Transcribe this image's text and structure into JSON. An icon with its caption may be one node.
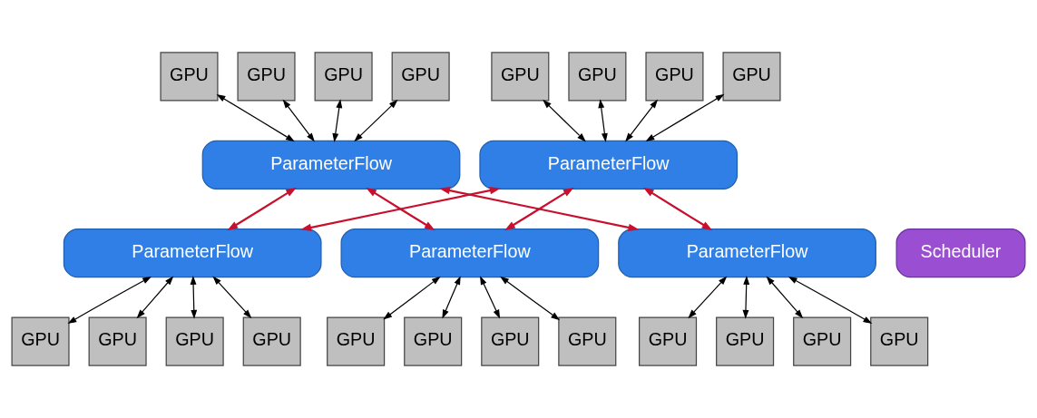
{
  "diagram": {
    "nodes": [
      {
        "text": [
          "GPU"
        ]
      },
      {
        "text": [
          "GPU"
        ]
      },
      {
        "text": [
          "GPU"
        ]
      },
      {
        "text": [
          "GPU"
        ]
      },
      {
        "text": [
          "GPU"
        ]
      },
      {
        "text": [
          "GPU"
        ]
      },
      {
        "text": [
          "GPU"
        ]
      },
      {
        "text": [
          "GPU"
        ]
      },
      {
        "text": [
          "ParameterFlow"
        ]
      },
      {
        "text": [
          "ParameterFlow"
        ]
      },
      {
        "text": [
          "Scheduler"
        ]
      },
      {
        "text": [
          "ParameterFlow"
        ]
      },
      {
        "text": [
          "ParameterFlow"
        ]
      },
      {
        "text": [
          "ParameterFlow"
        ]
      },
      {
        "text": [
          "GPU"
        ]
      },
      {
        "text": [
          "GPU"
        ]
      },
      {
        "text": [
          "GPU"
        ]
      },
      {
        "text": [
          "GPU"
        ]
      },
      {
        "text": [
          "GPU"
        ]
      },
      {
        "text": [
          "GPU"
        ]
      },
      {
        "text": [
          "GPU"
        ]
      },
      {
        "text": [
          "GPU"
        ]
      },
      {
        "text": [
          "GPU"
        ]
      },
      {
        "text": [
          "GPU"
        ]
      },
      {
        "text": [
          "GPU"
        ]
      },
      {
        "text": [
          "GPU"
        ]
      }
    ],
    "edges": [
      {
        "from": 0,
        "to": 8,
        "arrow": "both"
      },
      {
        "from": 1,
        "to": 8,
        "arrow": "both"
      },
      {
        "from": 2,
        "to": 8,
        "arrow": "both"
      },
      {
        "from": 3,
        "to": 8,
        "arrow": "both"
      },
      {
        "from": 4,
        "to": 9,
        "arrow": "both"
      },
      {
        "from": 5,
        "to": 9,
        "arrow": "both"
      },
      {
        "from": 6,
        "to": 9,
        "arrow": "both"
      },
      {
        "from": 7,
        "to": 9,
        "arrow": "both"
      },
      {
        "from": 8,
        "to": 11,
        "arrow": "both",
        "color": "#c8102e"
      },
      {
        "from": 8,
        "to": 12,
        "arrow": "both",
        "color": "#c8102e"
      },
      {
        "from": 8,
        "to": 13,
        "arrow": "both",
        "color": "#c8102e"
      },
      {
        "from": 9,
        "to": 11,
        "arrow": "both",
        "color": "#c8102e"
      },
      {
        "from": 9,
        "to": 12,
        "arrow": "both",
        "color": "#c8102e"
      },
      {
        "from": 9,
        "to": 13,
        "arrow": "both",
        "color": "#c8102e"
      },
      {
        "from": 11,
        "to": 14,
        "arrow": "both"
      },
      {
        "from": 11,
        "to": 15,
        "arrow": "both"
      },
      {
        "from": 11,
        "to": 16,
        "arrow": "both"
      },
      {
        "from": 11,
        "to": 17,
        "arrow": "both"
      },
      {
        "from": 12,
        "to": 18,
        "arrow": "both"
      },
      {
        "from": 12,
        "to": 19,
        "arrow": "both"
      },
      {
        "from": 12,
        "to": 20,
        "arrow": "both"
      },
      {
        "from": 12,
        "to": 21,
        "arrow": "both"
      },
      {
        "from": 13,
        "to": 22,
        "arrow": "both"
      },
      {
        "from": 13,
        "to": 23,
        "arrow": "both"
      },
      {
        "from": 13,
        "to": 24,
        "arrow": "both"
      },
      {
        "from": 13,
        "to": 25,
        "arrow": "both"
      }
    ]
  }
}
